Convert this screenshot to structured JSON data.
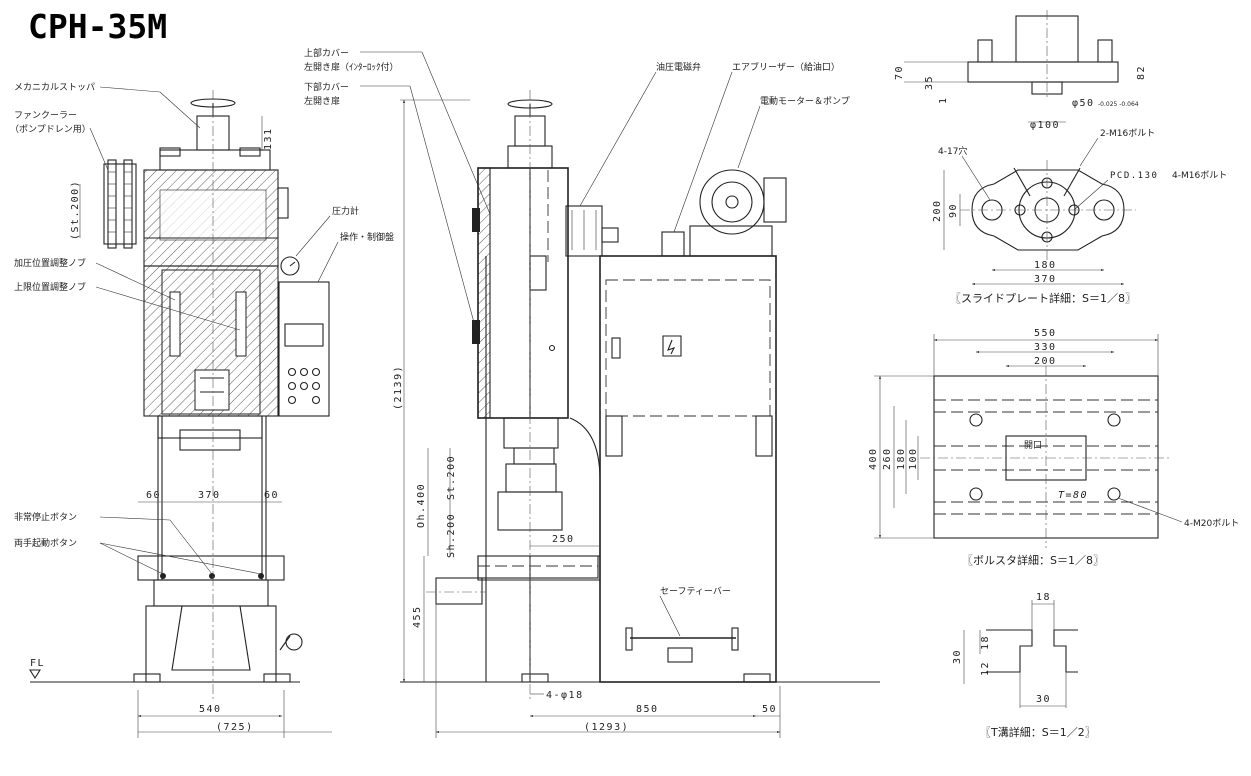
{
  "title": "CPH-35M",
  "front_labels": {
    "mechanical_stopper": "メカニカルストッパ",
    "fan_cooler": "ファンクーラー",
    "fan_cooler_sub": "（ポンプドレン用）",
    "pressure_knob": "加圧位置調整ノブ",
    "upper_limit_knob": "上限位置調整ノブ",
    "emergency_stop": "非常停止ボタン",
    "two_hand_start": "両手起動ボタン",
    "fl": "FL"
  },
  "front_dims": {
    "d131": "131",
    "stroke": "(St.200)",
    "d60_left": "60",
    "d370": "370",
    "d60_right": "60",
    "d540": "540",
    "d725": "(725)"
  },
  "side_labels": {
    "upper_cover": "上部カバー",
    "upper_cover_door": "左開き扉（ｲﾝﾀｰﾛｯｸ付）",
    "lower_cover": "下部カバー",
    "lower_cover_door": "左開き扉",
    "solenoid_valve": "油圧電磁弁",
    "air_breather": "エアブリーザー（給油口）",
    "motor_pump": "電動モーター＆ポンプ",
    "pressure_gauge": "圧力計",
    "control_panel": "操作・制御盤",
    "safety_bar": "セーフティーバー"
  },
  "side_dims": {
    "d2139": "(2139)",
    "oh400": "Oh.400",
    "st200": "St.200",
    "sh200": "Sh.200",
    "d455": "455",
    "d250": "250",
    "holes": "4-φ18",
    "d850": "850",
    "d50": "50",
    "d1293": "(1293)"
  },
  "slide_detail": {
    "d70": "70",
    "d35": "35",
    "d1": "1",
    "d82": "82",
    "phi50": "φ50",
    "phi50_tol": "-0.025 -0.064",
    "phi100": "φ100",
    "m16_2": "2-M16ボルト",
    "holes_17": "4-17穴",
    "pcd": "PCD.130",
    "m16_4": "4-M16ボルト",
    "d200": "200",
    "d90": "90",
    "d180": "180",
    "d370": "370",
    "caption": "〖スライドプレート詳細：S＝1／8〗"
  },
  "bolster_detail": {
    "d550": "550",
    "d330": "330",
    "d200": "200",
    "d400": "400",
    "d260": "260",
    "d180": "180",
    "d100": "100",
    "opening": "開口",
    "thickness": "T=80",
    "m20": "4-M20ボルト",
    "caption": "〖ボルスタ詳細：S＝1／8〗"
  },
  "tslot_detail": {
    "d18_top": "18",
    "d30_left": "30",
    "d18_side": "18",
    "d12": "12",
    "d30_bottom": "30",
    "caption": "〖T溝詳細：S＝1／2〗"
  }
}
